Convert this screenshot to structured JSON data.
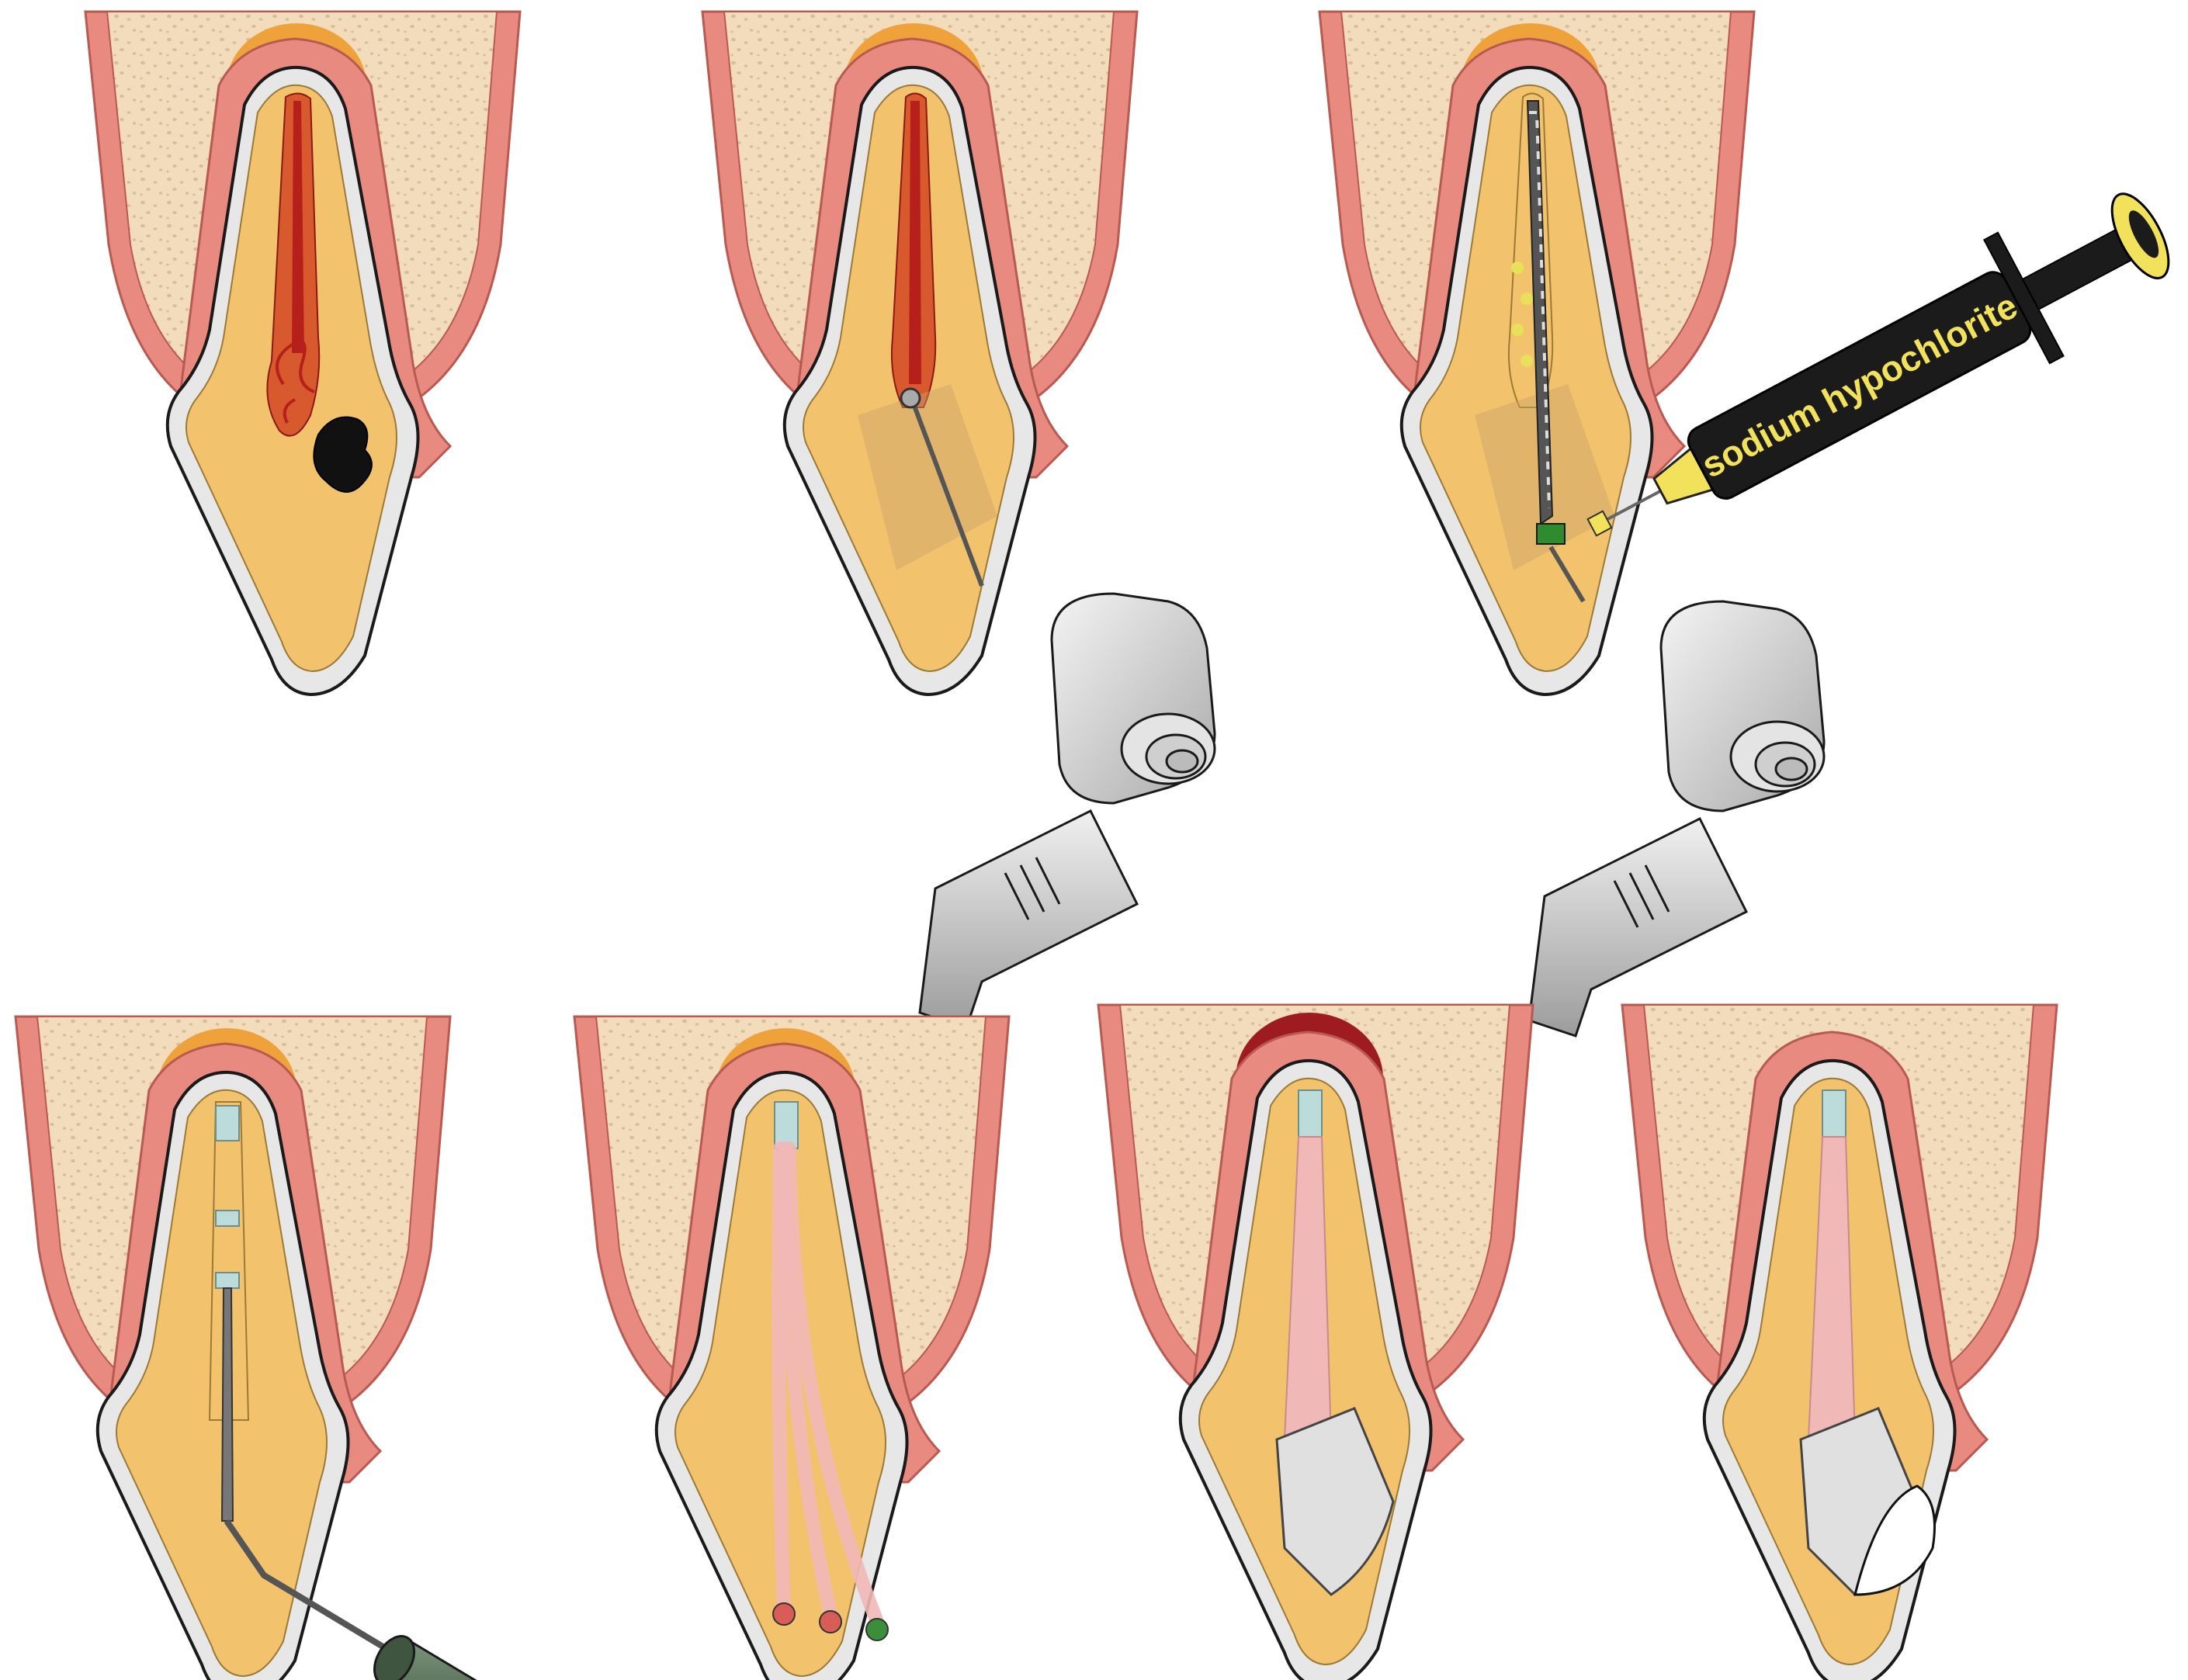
{
  "syringe": {
    "label": "sodium hypochlorite"
  },
  "colors": {
    "gum": "#e98a80",
    "gum_outline": "#b85a52",
    "bone": "#f3dcbc",
    "bone_pore": "#d9bd96",
    "enamel": "#e7e7e7",
    "dentin": "#f2c36c",
    "pulp": "#d9592e",
    "pulp_core": "#b5201a",
    "lesion_yellow": "#f6c43c",
    "lesion_orange": "#f0a23a",
    "abscess": "#9e1c20",
    "gutta_percha": "#f1b8b8",
    "cone_red": "#d95d57",
    "cone_green": "#3c8f3a",
    "filling": "#e0e0e0",
    "plugger_green": "#5f7a5f",
    "syringe_body": "#1b1b1b",
    "syringe_label": "#f2e15a",
    "handpiece": "#dedede"
  },
  "panels": [
    {
      "id": "decayed-tooth",
      "step": 1
    },
    {
      "id": "access-opening",
      "step": 2
    },
    {
      "id": "cleaning-irrigation",
      "step": 3
    },
    {
      "id": "condensation",
      "step": 4
    },
    {
      "id": "gutta-percha-cones",
      "step": 5
    },
    {
      "id": "filled-with-abscess",
      "step": 6
    },
    {
      "id": "healed-restored",
      "step": 7
    }
  ]
}
